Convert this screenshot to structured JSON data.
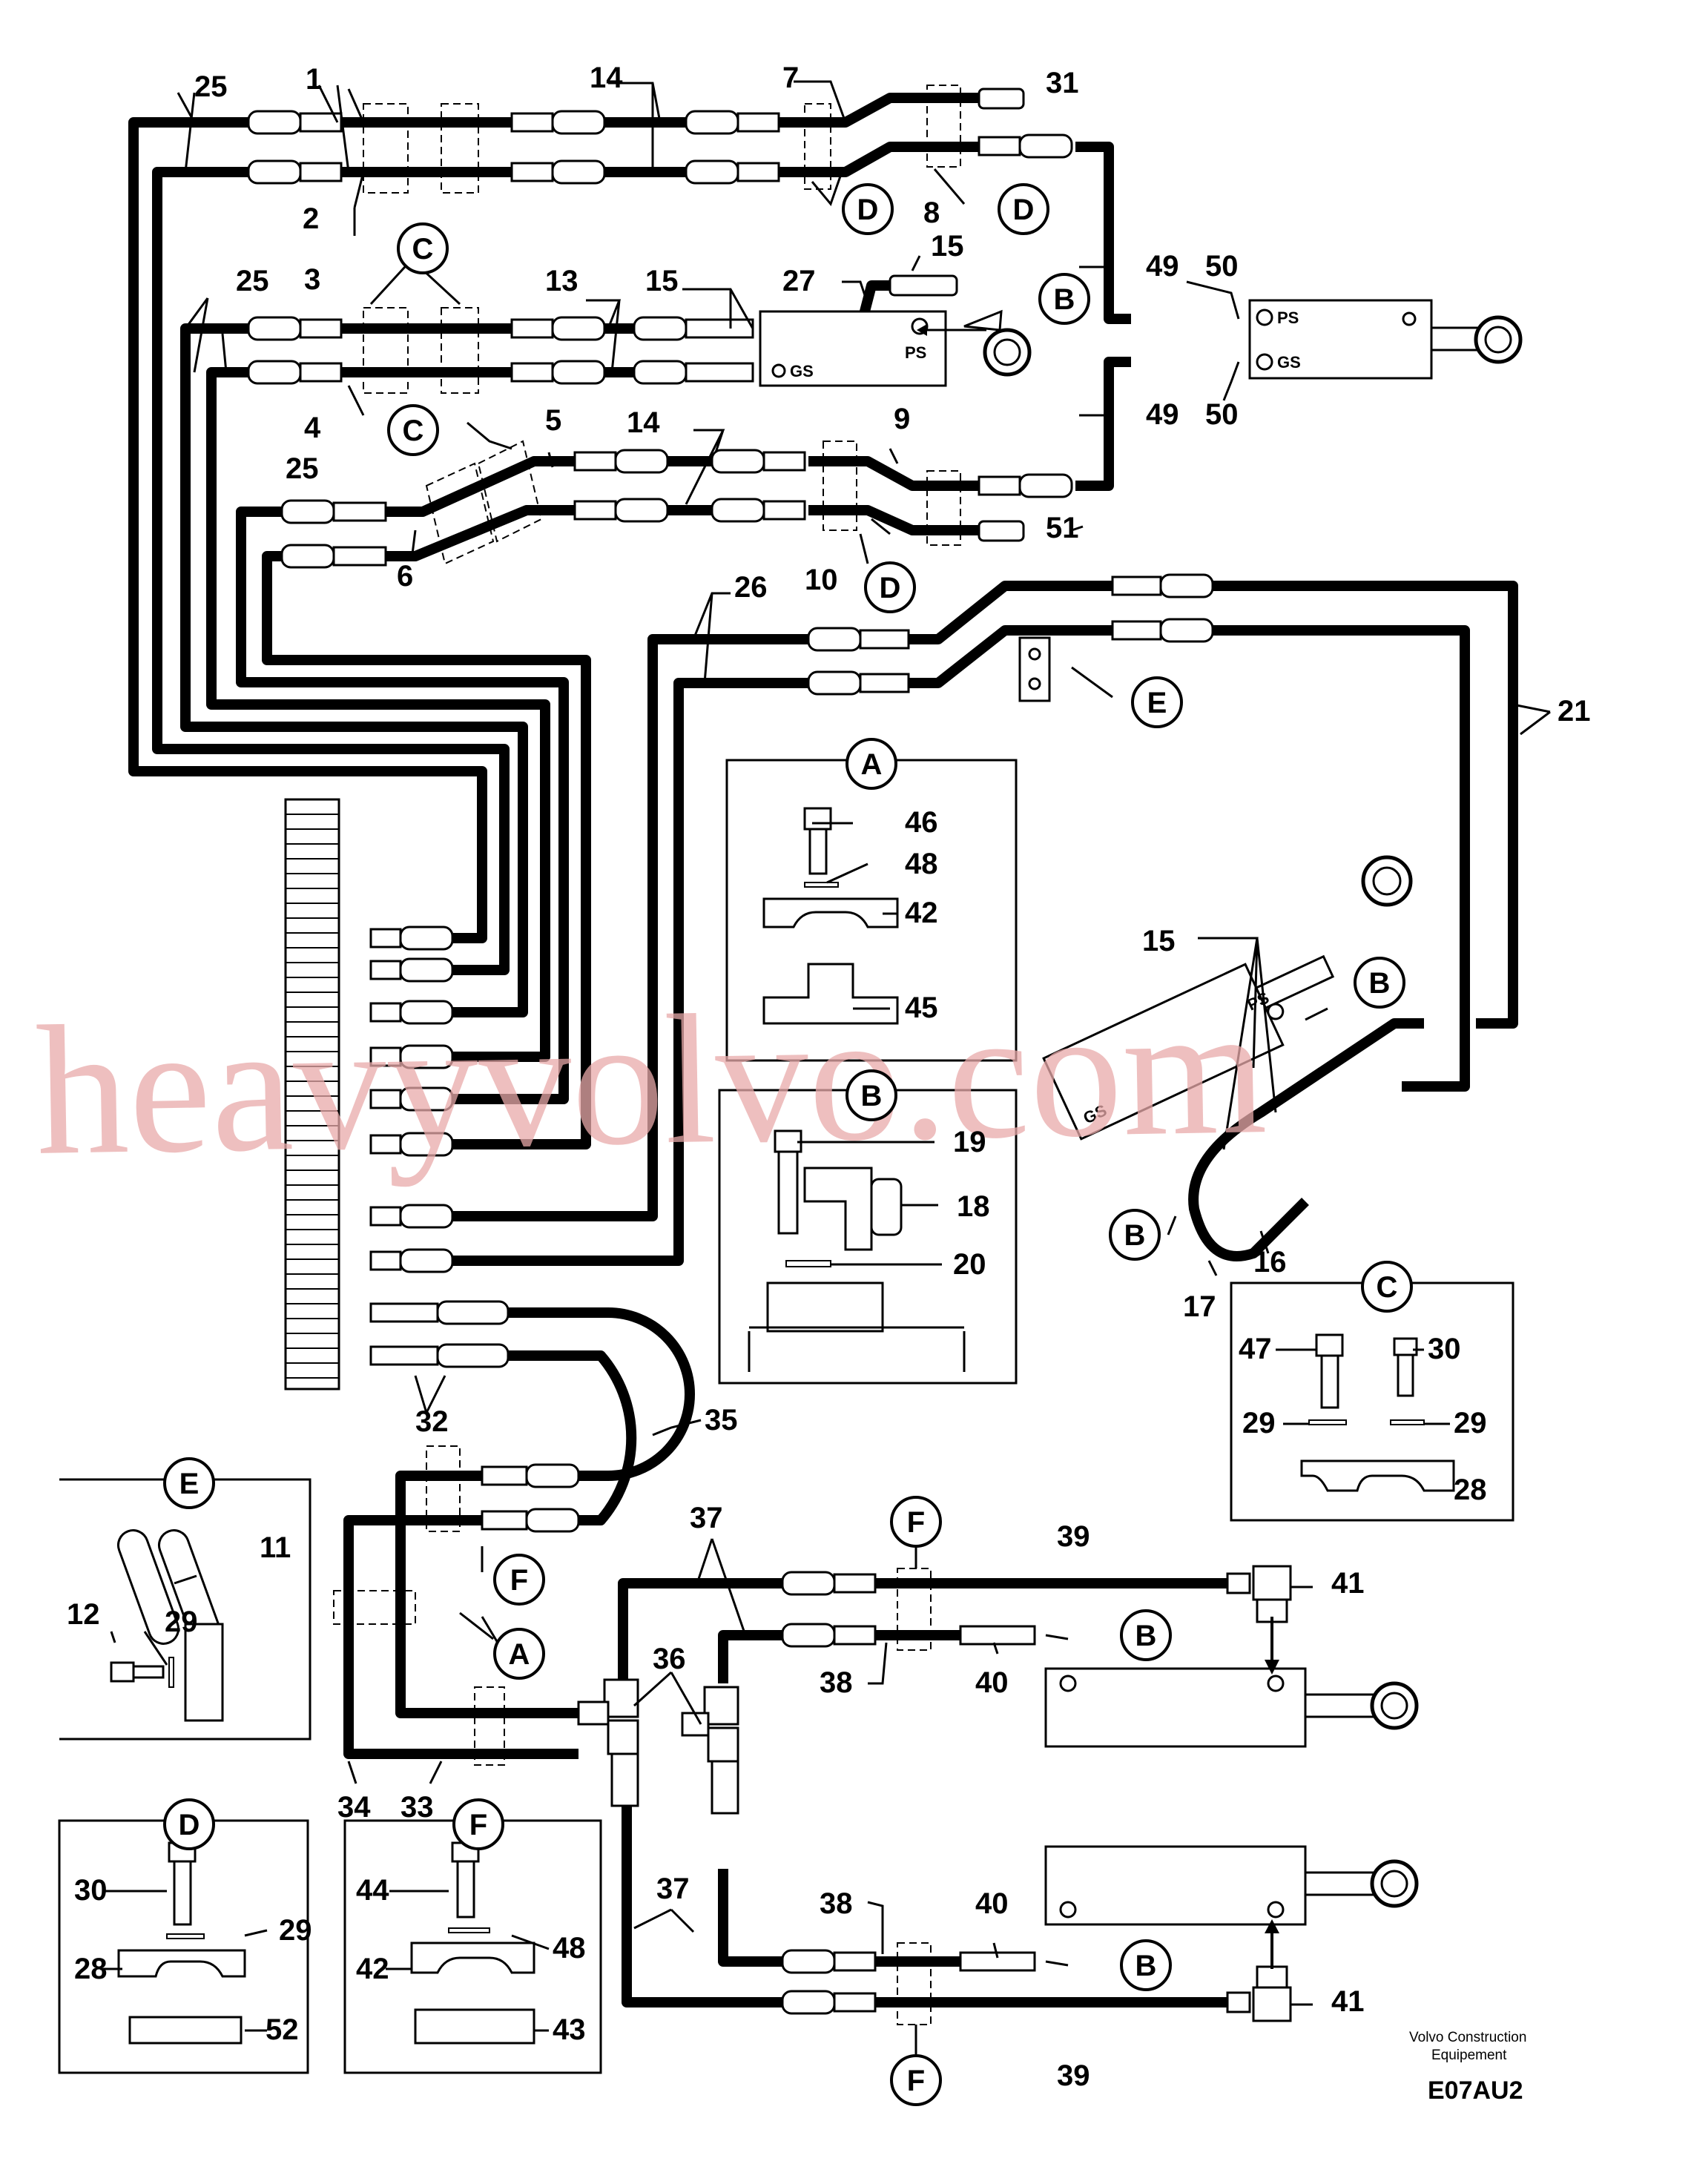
{
  "drawing": {
    "code": "E07AU2",
    "brand_line1": "Volvo Construction",
    "brand_line2": "Equipement",
    "watermark": "heavyvolvo.com"
  },
  "callouts": [
    "A",
    "B",
    "C",
    "D",
    "E",
    "F"
  ],
  "part_numbers": [
    "1",
    "2",
    "3",
    "4",
    "5",
    "6",
    "7",
    "8",
    "9",
    "10",
    "11",
    "12",
    "13",
    "14",
    "15",
    "16",
    "17",
    "18",
    "19",
    "20",
    "21",
    "25",
    "26",
    "27",
    "28",
    "29",
    "30",
    "31",
    "32",
    "33",
    "34",
    "35",
    "36",
    "37",
    "38",
    "39",
    "40",
    "41",
    "42",
    "43",
    "44",
    "45",
    "46",
    "47",
    "48",
    "49",
    "50",
    "51",
    "52"
  ],
  "port_labels": {
    "ps": "PS",
    "gs": "GS"
  },
  "details": {
    "A": [
      "46",
      "48",
      "42",
      "45"
    ],
    "B": [
      "19",
      "18",
      "20"
    ],
    "C": [
      "47",
      "30",
      "29",
      "29",
      "28"
    ],
    "D": [
      "30",
      "29",
      "28",
      "52"
    ],
    "E": [
      "11",
      "12",
      "29"
    ],
    "F": [
      "44",
      "48",
      "42",
      "43"
    ]
  }
}
